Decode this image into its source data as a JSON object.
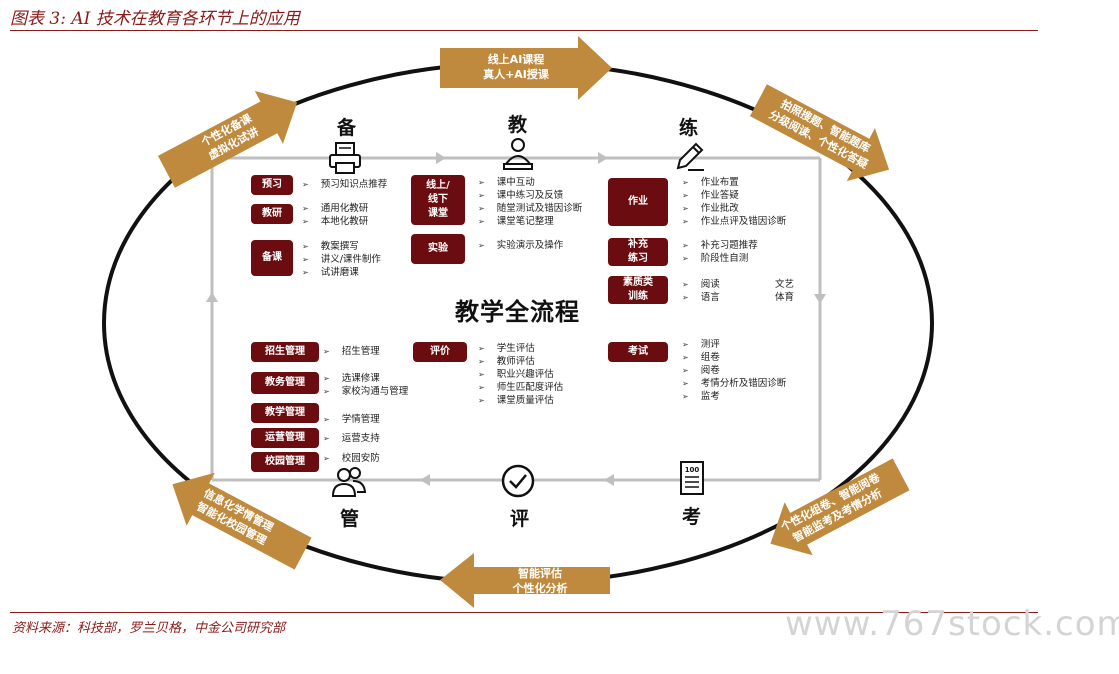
{
  "title": "图表 3: AI 技术在教育各环节上的应用",
  "source": "资料来源：科技部，罗兰贝格，中金公司研究部",
  "watermark": "www.767stock.com",
  "center_title": "教学全流程",
  "stages": {
    "bei": "备",
    "jiao": "教",
    "lian": "练",
    "kao": "考",
    "ping": "评",
    "guan": "管"
  },
  "outer_arrows": {
    "top": "线上AI课程\n真人+AI授课",
    "top_left": "个性化备课\n虚拟化试讲",
    "top_right": "拍照搜题、智能题库\n分级阅读、个性化答疑",
    "bottom_right": "个性化组卷、智能阅卷\n智能监考及考情分析",
    "bottom": "智能评估\n个性化分析",
    "bottom_left": "信息化学情管理\n智能化校园管理"
  },
  "bei_groups": [
    {
      "label": "预习",
      "items": [
        "预习知识点推荐"
      ]
    },
    {
      "label": "教研",
      "items": [
        "通用化教研",
        "本地化教研"
      ]
    },
    {
      "label": "备课",
      "items": [
        "教案撰写",
        "讲义/课件制作",
        "试讲磨课"
      ]
    }
  ],
  "jiao_groups": [
    {
      "label": "线上/\n线下\n课堂",
      "items": [
        "课中互动",
        "课中练习及反馈",
        "随堂测试及错因诊断",
        "课堂笔记整理"
      ]
    },
    {
      "label": "实验",
      "items": [
        "实验演示及操作"
      ]
    }
  ],
  "lian_groups": [
    {
      "label": "作业",
      "items": [
        "作业布置",
        "作业答疑",
        "作业批改",
        "作业点评及错因诊断"
      ]
    },
    {
      "label": "补充\n练习",
      "items": [
        "补充习题推荐",
        "阶段性自测"
      ]
    },
    {
      "label": "素质类\n训练",
      "items": [
        "阅读",
        "语言"
      ],
      "extra": [
        "文艺",
        "体育"
      ]
    }
  ],
  "guan_groups": [
    {
      "label": "招生管理",
      "items": [
        "招生管理"
      ]
    },
    {
      "label": "教务管理",
      "items": [
        "选课修课",
        "家校沟通与管理"
      ]
    },
    {
      "label": "教学管理",
      "items": [
        "学情管理"
      ]
    },
    {
      "label": "运营管理",
      "items": [
        "运营支持"
      ]
    },
    {
      "label": "校园管理",
      "items": [
        "校园安防"
      ]
    }
  ],
  "ping_groups": [
    {
      "label": "评价",
      "items": [
        "学生评估",
        "教师评估",
        "职业兴趣评估",
        "师生匹配度评估",
        "课堂质量评估"
      ]
    }
  ],
  "kao_groups": [
    {
      "label": "考试",
      "items": [
        "测评",
        "组卷",
        "阅卷",
        "考情分析及错因诊断",
        "监考"
      ]
    }
  ],
  "colors": {
    "accent": "#8b1a1a",
    "box": "#6b0d10",
    "arrow": "#c08a3e",
    "loop": "#bfbfbf"
  }
}
